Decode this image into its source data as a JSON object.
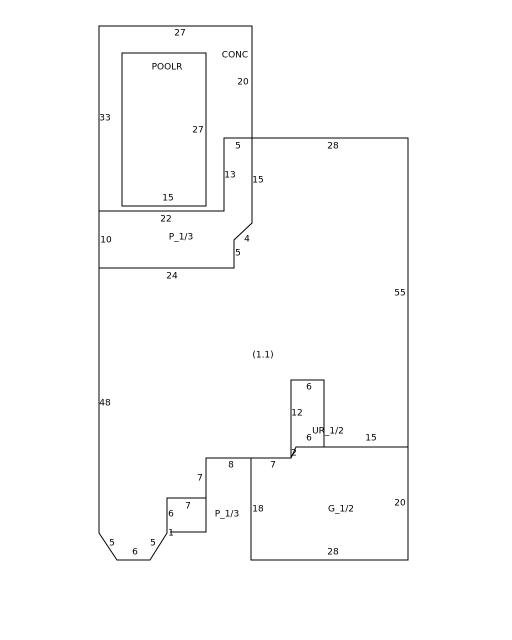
{
  "colors": {
    "background": "#ffffff",
    "line": "#000000",
    "text": "#000000"
  },
  "areas": {
    "conc": "CONC",
    "poolr": "POOLR",
    "patio_top": "P_1/3",
    "main": "(1.1)",
    "upper_room": "UR_1/2",
    "patio_bottom": "P_1/3",
    "garage": "G_1/2"
  },
  "dimensions": {
    "conc_top": "27",
    "conc_right": "20",
    "conc_left": "33",
    "pool_right": "27",
    "pool_bottom": "15",
    "notch_top": "5",
    "notch_side": "13",
    "conc_bottom": "22",
    "main_top": "28",
    "main_left_top": "15",
    "patio_left": "10",
    "patio_angle": "4",
    "patio_step": "5",
    "patio_bottom_edge": "24",
    "main_right": "55",
    "main_left": "48",
    "ur_top": "6",
    "ur_left": "12",
    "ur_bottom": "6",
    "ur_right": "15",
    "jog": "2",
    "step_top_left": "8",
    "step_top_right": "7",
    "step_vertical": "7",
    "small_patio_top": "7",
    "small_patio_left": "6",
    "small_patio_tick": "1",
    "small_patio_label": "18",
    "bottom_left_angle": "5",
    "bottom_edge": "6",
    "bottom_right_angle": "5",
    "garage_right": "20",
    "garage_bottom": "28"
  }
}
